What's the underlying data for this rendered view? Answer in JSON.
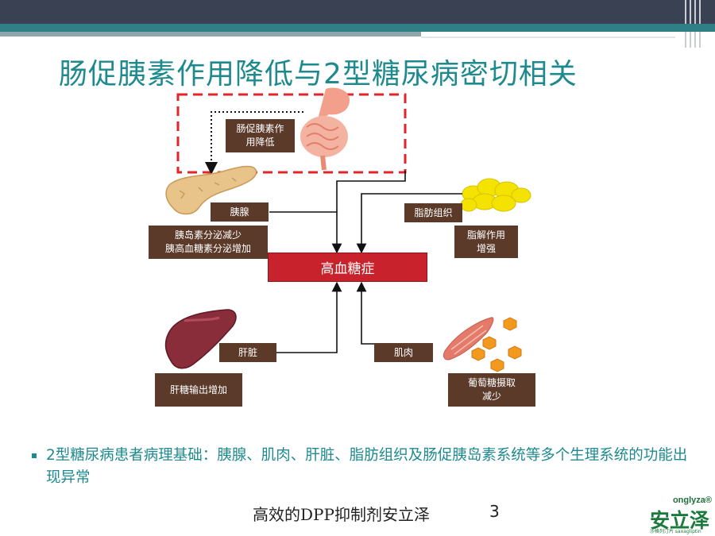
{
  "title": "肠促胰素作用降低与2型糖尿病密切相关",
  "diagram": {
    "incretin_label": "肠促胰素作\n用降低",
    "pancreas_label": "胰腺",
    "pancreas_effect": "胰岛素分泌减少\n胰高血糖素分泌增加",
    "fat_label": "脂肪组织",
    "fat_effect": "脂解作用\n增强",
    "center_label": "高血糖症",
    "liver_label": "肝脏",
    "liver_effect": "肝糖输出增加",
    "muscle_label": "肌肉",
    "muscle_effect": "葡萄糖摄取\n减少"
  },
  "bullet": "2型糖尿病患者病理基础：胰腺、肌肉、肝脏、脂肪组织及肠促胰岛素系统等多个生理系统的功能出现异常",
  "footer": "高效的DPP抑制剂安立泽",
  "page_number": "3",
  "logo": {
    "brand_en": "onglyza®",
    "brand_cn": "安立泽",
    "tagline": "沙格列汀片 saxagliptin"
  },
  "colors": {
    "title": "#1e8a8e",
    "label_box": "#5b3a2a",
    "center_box": "#c8232c",
    "dashed_frame": "#e0262b"
  }
}
